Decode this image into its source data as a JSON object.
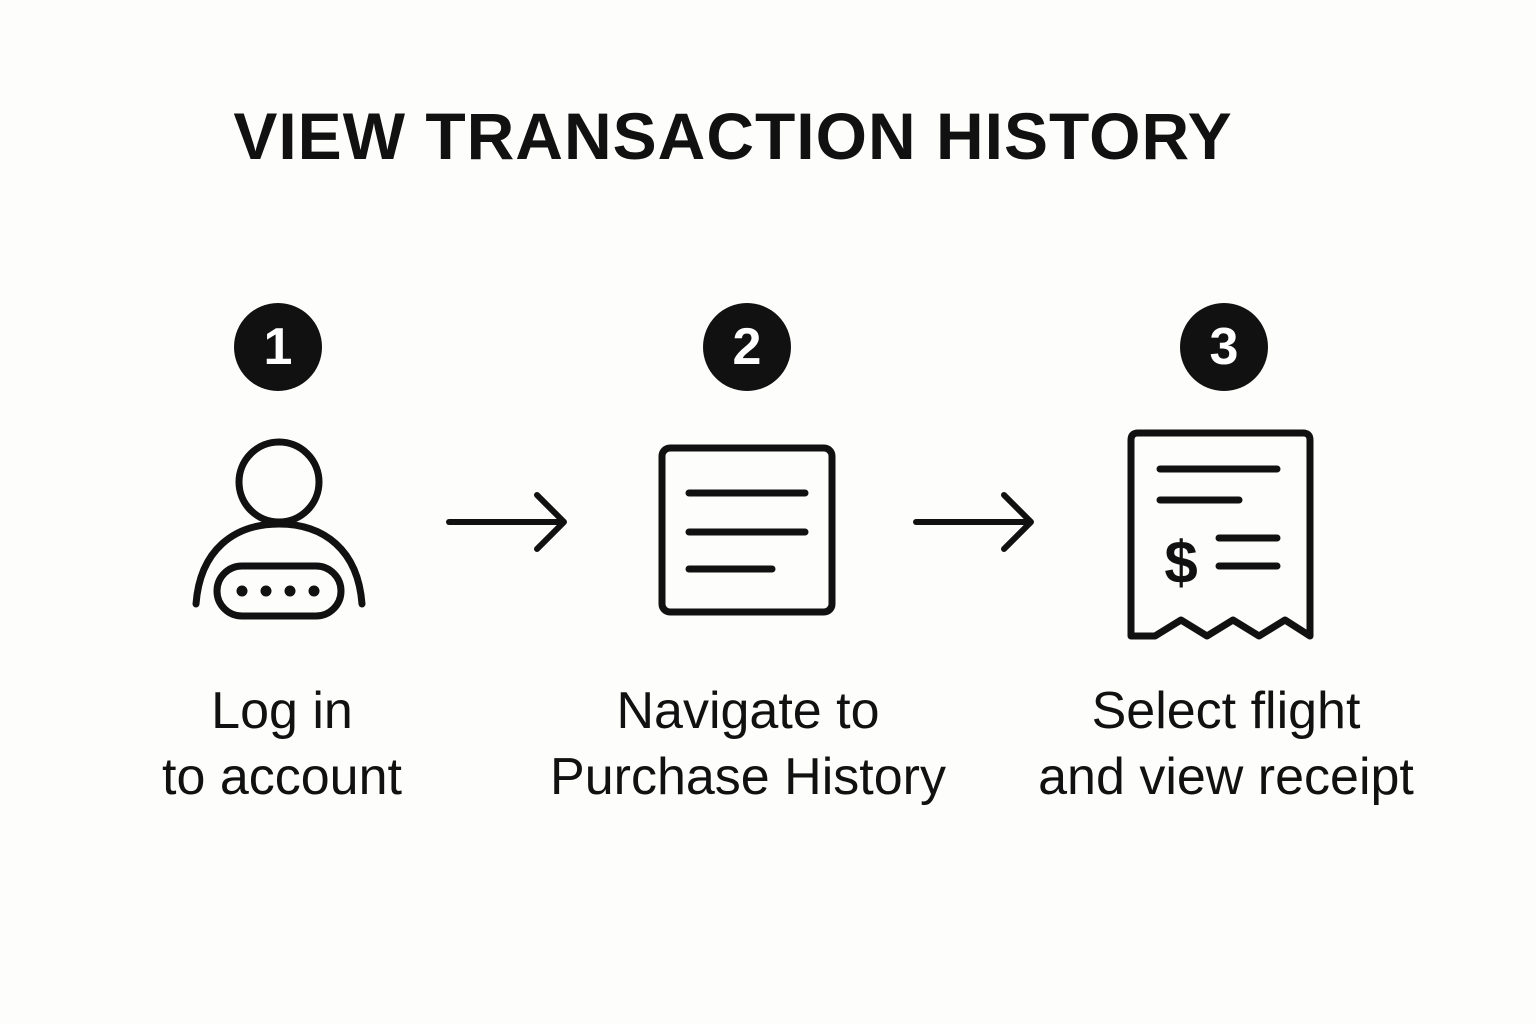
{
  "title": "VIEW TRANSACTION HISTORY",
  "steps": [
    {
      "number": "1",
      "icon": "user-login-icon",
      "caption_line1": "Log in",
      "caption_line2": "to account"
    },
    {
      "number": "2",
      "icon": "document-list-icon",
      "caption_line1": "Navigate to",
      "caption_line2": "Purchase History"
    },
    {
      "number": "3",
      "icon": "receipt-dollar-icon",
      "caption_line1": "Select flight",
      "caption_line2": "and view receipt"
    }
  ],
  "connectors": [
    "arrow-right-icon",
    "arrow-right-icon"
  ],
  "colors": {
    "background": "#fdfdfb",
    "foreground": "#111111",
    "badge_text": "#ffffff"
  }
}
